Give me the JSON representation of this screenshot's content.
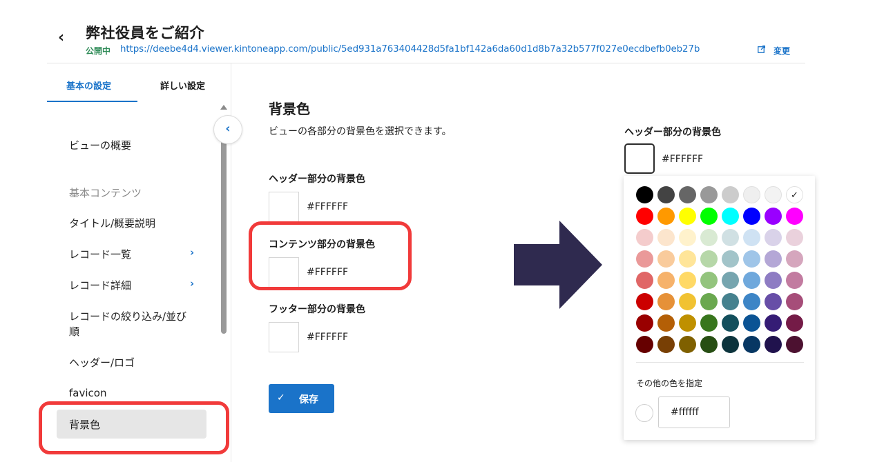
{
  "header": {
    "title": "弊社役員をご紹介",
    "status": "公開中",
    "url": "https://deebe4d4.viewer.kintoneapp.com/public/5ed931a763404428d5fa1bf142a6da60d1d8b7a32b577f027e0ecdbefb0eb27b",
    "change_label": "変更"
  },
  "tabs": {
    "basic": "基本の設定",
    "detail": "詳しい設定"
  },
  "nav": {
    "overview": "ビューの概要",
    "section_basic": "基本コンテンツ",
    "title_desc": "タイトル/概要説明",
    "record_list": "レコード一覧",
    "record_detail": "レコード詳細",
    "filter_sort_1": "レコードの絞り込み/並び",
    "filter_sort_2": "順",
    "header_logo": "ヘッダー/ロゴ",
    "favicon": "favicon",
    "bg_color": "背景色",
    "chevron": "›"
  },
  "main": {
    "title": "背景色",
    "description": "ビューの各部分の背景色を選択できます。",
    "header_label": "ヘッダー部分の背景色",
    "header_value": "#FFFFFF",
    "content_label": "コンテンツ部分の背景色",
    "content_value": "#FFFFFF",
    "footer_label": "フッター部分の背景色",
    "footer_value": "#FFFFFF",
    "save_label": "保存",
    "save_icon": "✓"
  },
  "picker": {
    "label": "ヘッダー部分の背景色",
    "value": "#FFFFFF",
    "other_label": "その他の色を指定",
    "other_value": "#ffffff",
    "selected_check": "✓",
    "colors": [
      [
        "#000000",
        "#434343",
        "#666666",
        "#999999",
        "#cccccc",
        "#efefef",
        "#f3f3f3",
        "#ffffff"
      ],
      [
        "#ff0000",
        "#ff9900",
        "#ffff00",
        "#00ff00",
        "#00ffff",
        "#0000ff",
        "#9900ff",
        "#ff00ff"
      ],
      [
        "#f4cccc",
        "#fce5cd",
        "#fff2cc",
        "#d9ead3",
        "#d0e0e3",
        "#cfe2f3",
        "#d9d2e9",
        "#ead1dc"
      ],
      [
        "#ea9999",
        "#f9cb9c",
        "#ffe599",
        "#b6d7a8",
        "#a2c4c9",
        "#9fc5e8",
        "#b4a7d6",
        "#d5a6bd"
      ],
      [
        "#e06666",
        "#f6b26b",
        "#ffd966",
        "#93c47d",
        "#76a5af",
        "#6fa8dc",
        "#8e7cc3",
        "#c27ba0"
      ],
      [
        "#cc0000",
        "#e69138",
        "#f1c232",
        "#6aa84f",
        "#45818e",
        "#3d85c6",
        "#674ea7",
        "#a64d79"
      ],
      [
        "#990000",
        "#b45f06",
        "#bf9000",
        "#38761d",
        "#134f5c",
        "#0b5394",
        "#351c75",
        "#741b47"
      ],
      [
        "#660000",
        "#783f04",
        "#7f6000",
        "#274e13",
        "#0c343d",
        "#073763",
        "#20124d",
        "#4c1130"
      ]
    ]
  },
  "accent": {
    "blue": "#1a73c9",
    "green": "#2e8b57",
    "highlight_red": "#f13a3a",
    "arrow": "#2f2a4f"
  }
}
